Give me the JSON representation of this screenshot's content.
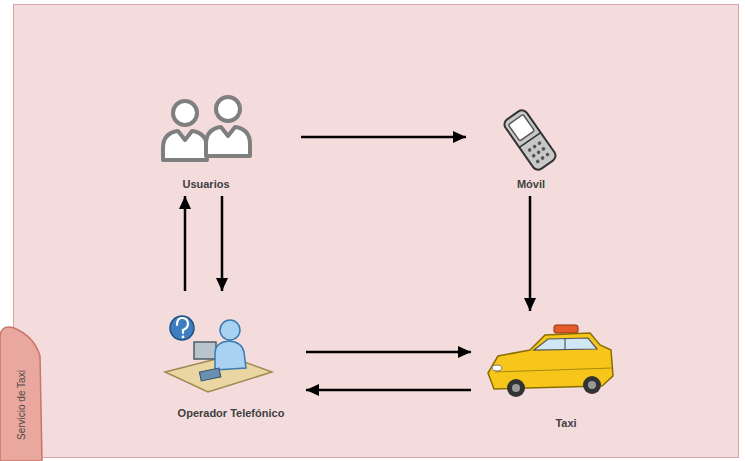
{
  "diagram": {
    "nodes": [
      {
        "text": [
          "Servicio de Taxi"
        ]
      },
      {
        "text": [
          "Usuarios"
        ],
        "in": 0
      },
      {
        "text": [
          "Móvil"
        ],
        "in": 0
      },
      {
        "text": [
          "Operador Telefónico"
        ],
        "in": 0
      },
      {
        "text": [
          "Taxi"
        ],
        "in": 0
      }
    ],
    "edges": [
      {
        "from": 1,
        "to": 2,
        "arrow": "to"
      },
      {
        "from": 1,
        "to": 3,
        "arrow": "to"
      },
      {
        "from": 3,
        "to": 1,
        "arrow": "to"
      },
      {
        "from": 2,
        "to": 4,
        "arrow": "to"
      },
      {
        "from": 3,
        "to": 4,
        "arrow": "to"
      },
      {
        "from": 4,
        "to": 3,
        "arrow": "to"
      }
    ]
  }
}
